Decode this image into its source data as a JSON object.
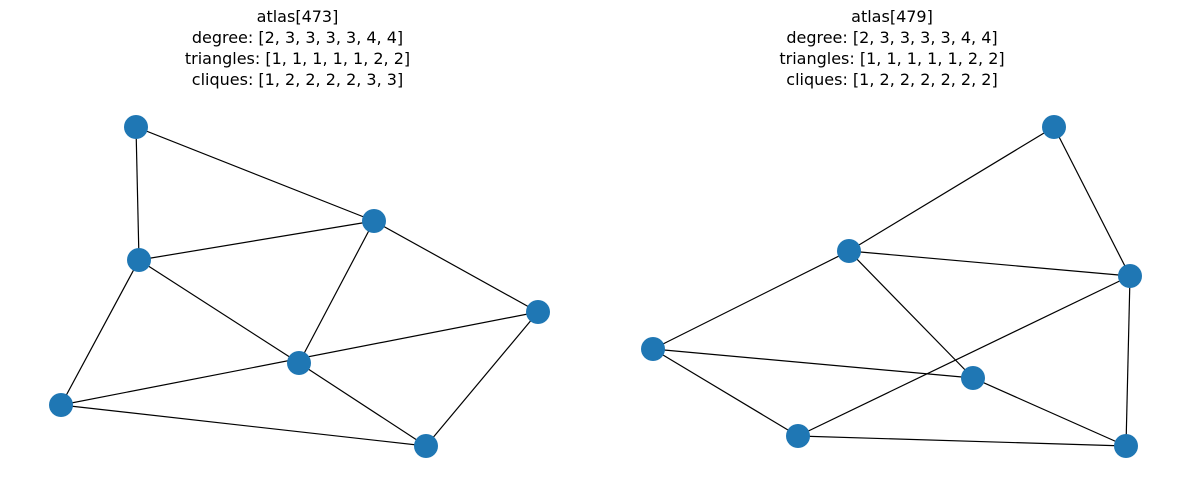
{
  "colors": {
    "node": "#1f77b4",
    "edge": "#000000",
    "background": "#ffffff"
  },
  "graphs": [
    {
      "title": "atlas[473]",
      "degree": "degree: [2, 3, 3, 3, 3, 4, 4]",
      "triangles": "triangles: [1, 1, 1, 1, 1, 2, 2]",
      "cliques": "cliques: [1, 2, 2, 2, 2, 3, 3]",
      "edges": [
        [
          0,
          1
        ],
        [
          0,
          2
        ],
        [
          1,
          2
        ],
        [
          1,
          3
        ],
        [
          1,
          4
        ],
        [
          2,
          4
        ],
        [
          2,
          5
        ],
        [
          3,
          5
        ],
        [
          3,
          6
        ],
        [
          5,
          6
        ],
        [
          4,
          6
        ]
      ]
    },
    {
      "title": "atlas[479]",
      "degree": "degree: [2, 3, 3, 3, 3, 4, 4]",
      "triangles": "triangles: [1, 1, 1, 1, 1, 2, 2]",
      "cliques": "cliques: [1, 2, 2, 2, 2, 2, 2]",
      "edges": [
        [
          0,
          1
        ],
        [
          0,
          2
        ],
        [
          1,
          2
        ],
        [
          1,
          3
        ],
        [
          1,
          4
        ],
        [
          2,
          5
        ],
        [
          2,
          6
        ],
        [
          3,
          5
        ],
        [
          3,
          4
        ],
        [
          4,
          6
        ],
        [
          5,
          6
        ]
      ]
    }
  ]
}
